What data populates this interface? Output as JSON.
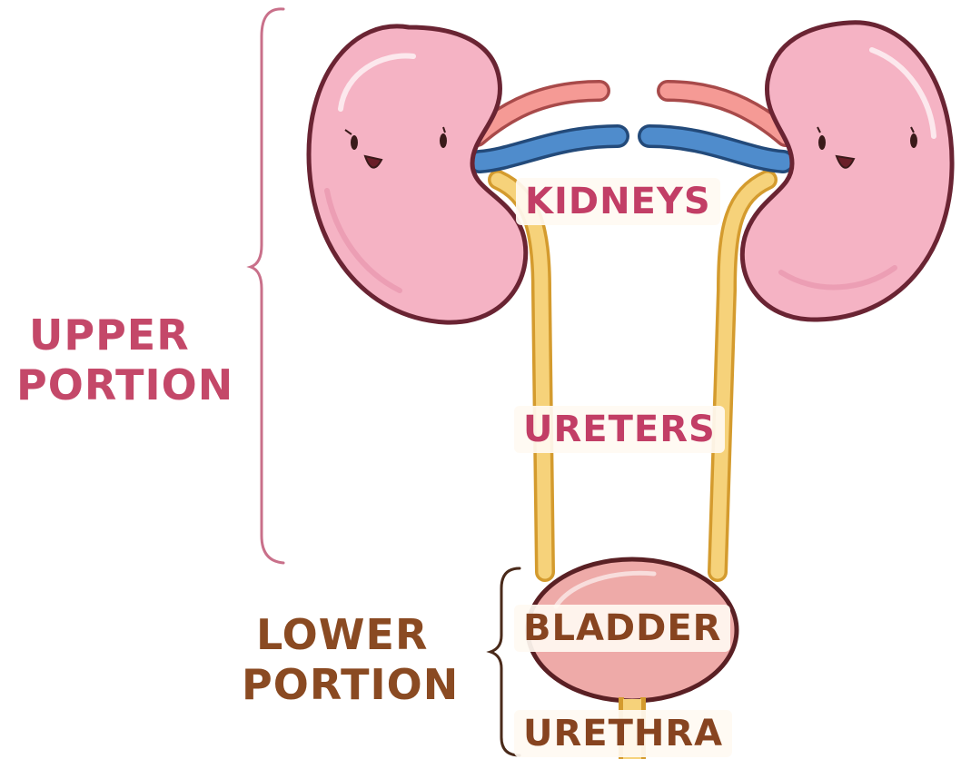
{
  "colors": {
    "upper_label": "#c44869",
    "lower_label": "#8a4a22",
    "kidney_fill": "#f6b6c6",
    "outline": "#6a2433",
    "artery": "#f08f8f",
    "vein": "#4a86c8",
    "ureter": "#f2c45a",
    "bladder_fill": "#eeaaa8"
  },
  "labels": {
    "upper_portion_line1": "UPPER",
    "upper_portion_line2": "PORTION",
    "kidneys": "KIDNEYS",
    "ureters": "URETERS",
    "lower_portion_line1": "LOWER",
    "lower_portion_line2": "PORTION",
    "bladder": "BLADDER",
    "urethra": "URETHRA"
  }
}
